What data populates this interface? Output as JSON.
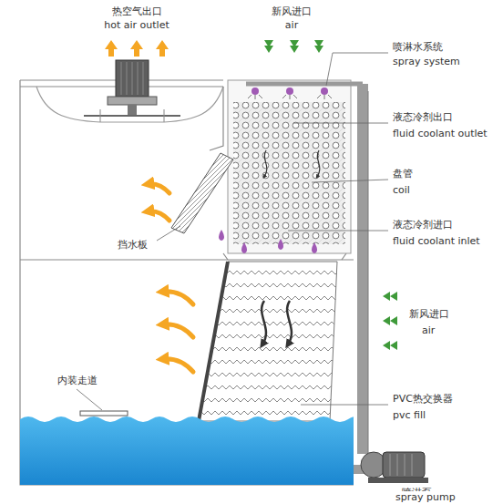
{
  "diagram": {
    "labels": [
      "热空气出口",
      "hot air outlet",
      "新风进口",
      "air",
      "喷淋水系统",
      "spray system",
      "液态冷剂出口",
      "fluid coolant outlet",
      "盘管",
      "coil",
      "液态冷剂进口",
      "fluid coolant inlet",
      "挡水板",
      "新风进口",
      "air",
      "内装走道",
      "PVC热交换器",
      "pvc fill",
      "喷淋泵",
      "spray pump"
    ]
  }
}
